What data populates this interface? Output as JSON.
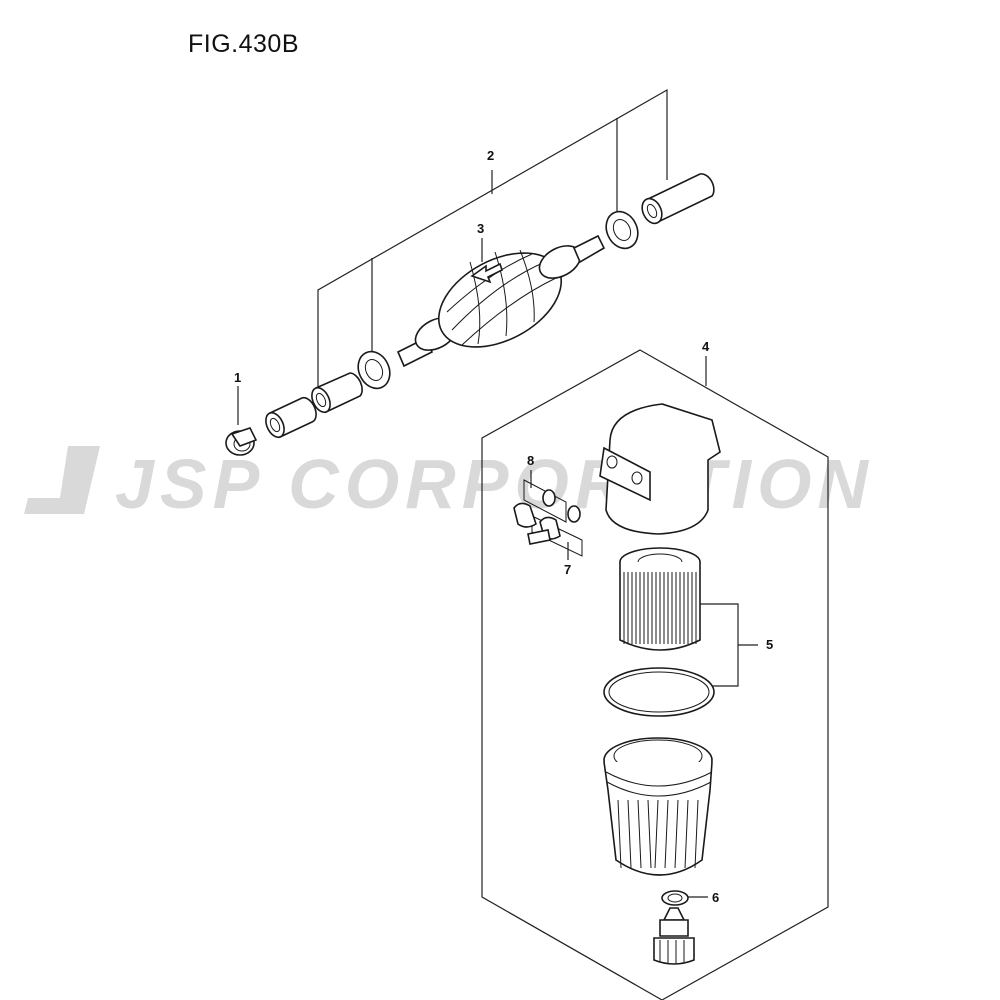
{
  "figure": {
    "title": "FIG.430B"
  },
  "watermark": {
    "text": "JSP CORPORATION",
    "color": "#d9d9d9"
  },
  "callouts": [
    "1",
    "2",
    "3",
    "4",
    "5",
    "6",
    "7",
    "8"
  ]
}
